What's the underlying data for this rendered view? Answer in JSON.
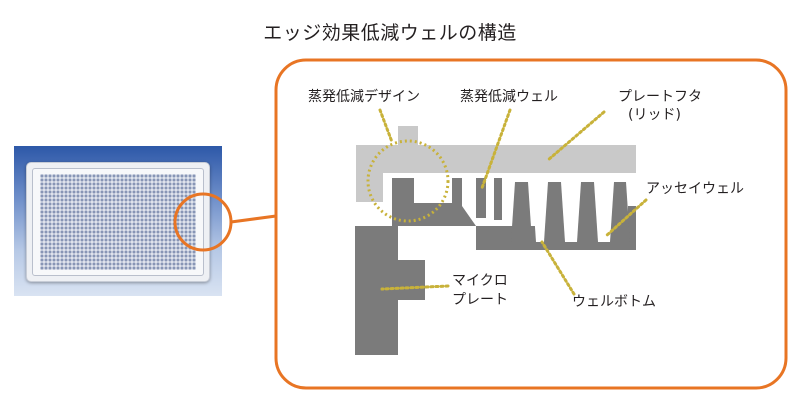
{
  "title": "エッジ効果低減ウェルの構造",
  "labels": {
    "evap_design": "蒸発低減デザイン",
    "evap_well": "蒸発低減ウェル",
    "plate_lid_line1": "プレートフタ",
    "plate_lid_line2": "(リッド)",
    "assay_well": "アッセイウェル",
    "microplate_line1": "マイクロ",
    "microplate_line2": "プレート",
    "well_bottom": "ウェルボトム"
  },
  "colors": {
    "accent_orange": "#e87524",
    "lid_gray": "#c9c9c9",
    "plate_gray": "#7b7b7b",
    "leader_dots": "#c8b23a"
  }
}
